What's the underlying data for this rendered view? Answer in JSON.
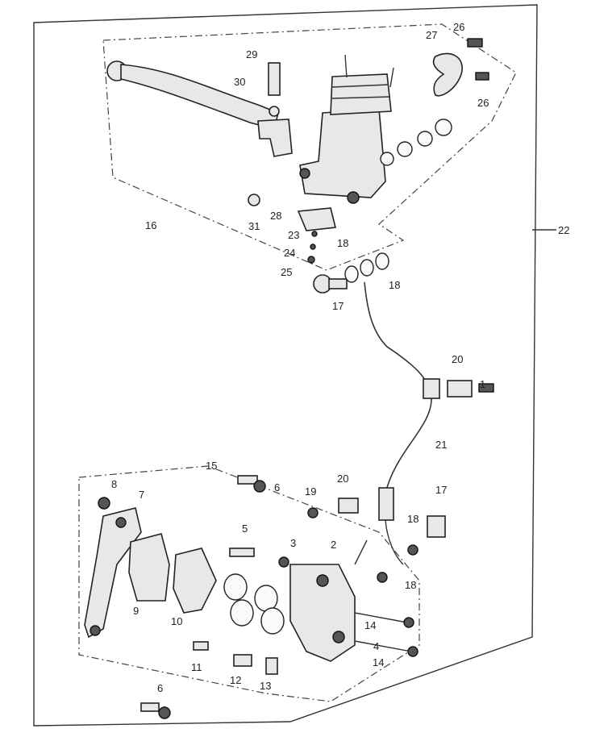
{
  "diagram": {
    "callouts": [
      "1",
      "2",
      "3",
      "4",
      "5",
      "6",
      "6",
      "7",
      "8",
      "9",
      "10",
      "11",
      "12",
      "13",
      "14",
      "14",
      "15",
      "16",
      "17",
      "17",
      "18",
      "18",
      "18",
      "18",
      "19",
      "20",
      "20",
      "21",
      "22",
      "23",
      "24",
      "25",
      "26",
      "26",
      "27",
      "28",
      "29",
      "30",
      "31"
    ]
  },
  "colors": {
    "line": "#333333",
    "part_fill": "#e8e8e8",
    "dark_fill": "#555555"
  }
}
